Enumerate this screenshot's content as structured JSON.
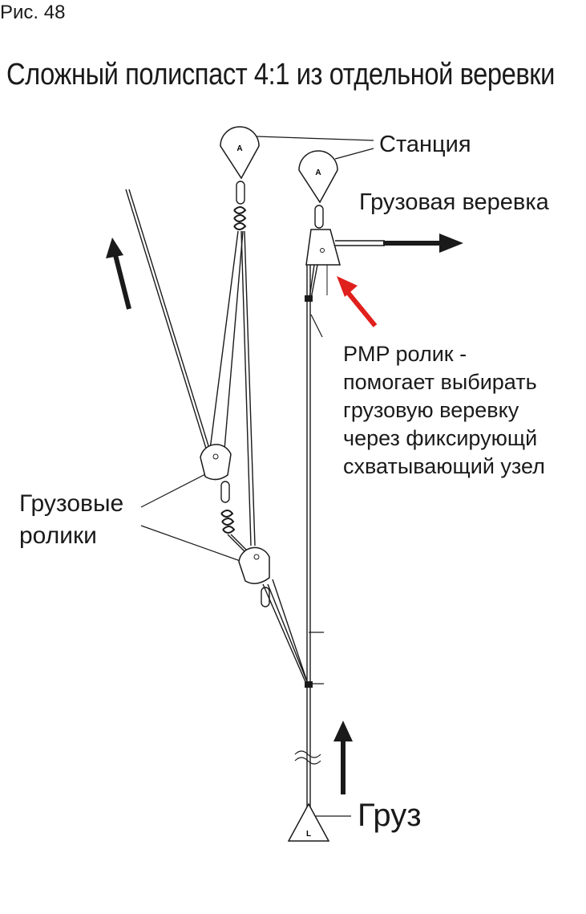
{
  "figure_label": "Рис. 48",
  "title": "Сложный полиспаст 4:1 из отдельной веревки",
  "labels": {
    "station": "Станция",
    "haul_rope": "Грузовая веревка",
    "pmp_lines": [
      "PMP ролик -",
      "помогает выбирать",
      "грузовую веревку",
      "через фиксирующй",
      "схватывающий узел"
    ],
    "load_pulleys_lines": [
      "Грузовые",
      "ролики"
    ],
    "load": "Груз"
  },
  "symbols": {
    "anchor_letter": "A",
    "load_letter": "L"
  },
  "colors": {
    "ink": "#1a1a1a",
    "accent_arrow": "#e0201c"
  }
}
